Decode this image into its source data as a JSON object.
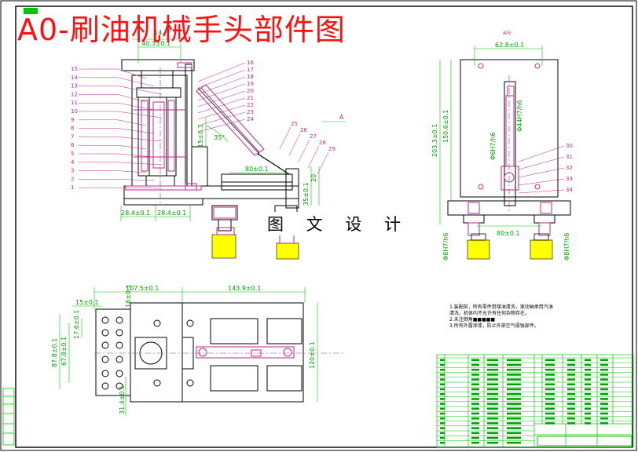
{
  "title": "A0-刷油机械手头部件图",
  "watermark": "图 文 设 计",
  "view_label": "A",
  "view_label_2": "A向",
  "colors": {
    "background": "#ffffff",
    "frame": "#000000",
    "title_red": "#ff1010",
    "part_magenta": "#c0288c",
    "dimension_cyan": "#00b4b4",
    "dimension_green": "#00c800",
    "yellow_block": "#ffff00"
  },
  "balloons_left": [
    "15",
    "14",
    "13",
    "12",
    "11",
    "10",
    "9",
    "8",
    "7",
    "6",
    "5",
    "4",
    "3",
    "2",
    "1"
  ],
  "balloons_upper": [
    "16",
    "17",
    "18",
    "19",
    "20",
    "21",
    "22",
    "23",
    "24",
    "25",
    "26",
    "27",
    "28",
    "29"
  ],
  "balloons_right": [
    "30",
    "31",
    "32",
    "33",
    "34"
  ],
  "front_dims": {
    "d_40_3": "40.3±0.1",
    "d_14": "14",
    "d_15": "15±0.1",
    "d_80": "80±0.1",
    "d_28_4a": "28.4±0.1",
    "d_28_4b": "28.4±0.1",
    "d_20": "20",
    "d_35": "35±0.1",
    "d_angle": "35°"
  },
  "side_dims": {
    "d_62_8": "62.8±0.1",
    "d_203": "203.3±0.1",
    "d_150": "150.6±0.1",
    "d_44h7": "Φ44H7/h6",
    "d_6h7": "Φ6H7/h6",
    "d_80": "80±0.1",
    "d_8h7_left": "Φ8H7/h6",
    "d_8h7_right": "Φ8H7/h6"
  },
  "top_dims": {
    "d_107_5": "107.5±0.1",
    "d_143_9": "143.9±0.1",
    "d_15": "15±0.1",
    "d_87_8": "87.8±0.1",
    "d_67_8": "67.8±0.1",
    "d_17_6": "17.6±0.1",
    "d_120": "120±0.1",
    "d_31_4": "31.4±0.1",
    "d_18": "18±0.1"
  },
  "notes": [
    "1.装配前，所有零件用煤油清洗，滚动轴承用汽油",
    "清洗，机体内不允许有任何杂物存在。",
    "2.未注倒角■■■■■",
    "3.所有外露涂漆，防止外部空气侵蚀部件。"
  ]
}
